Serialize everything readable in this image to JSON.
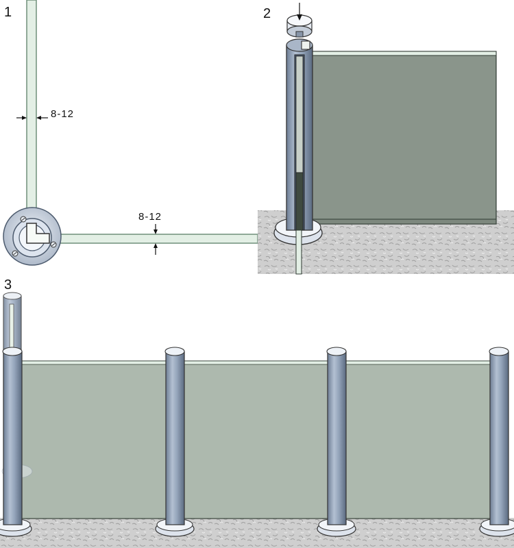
{
  "steps": [
    {
      "number": "1",
      "dimension_vertical": "8-12",
      "dimension_horizontal": "8-12"
    },
    {
      "number": "2"
    },
    {
      "number": "3"
    }
  ],
  "colors": {
    "glass_edge": "#e3efe5",
    "glass_outline": "#6f8f7a",
    "glass_panel": "#8a958b",
    "glass_panel_light": "#adb9ae",
    "post_body": "#97a7bd",
    "post_dark": "#5e6f86",
    "post_light": "#d6dde8",
    "ground": "#c9c9c9",
    "outline": "#333333"
  },
  "icons": [
    "press-down-arrow-icon",
    "dimension-arrow-icon",
    "screw-icon"
  ]
}
